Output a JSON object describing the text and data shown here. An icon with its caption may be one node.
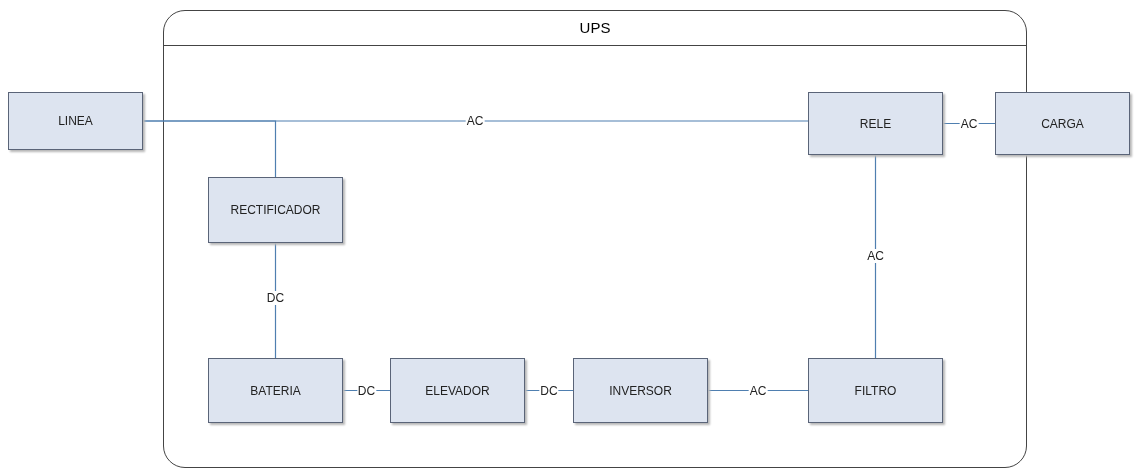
{
  "diagram": {
    "nodes": [
      {
        "text": [
          "UPS"
        ]
      },
      {
        "text": [
          "LINEA"
        ]
      },
      {
        "text": [
          "RELE"
        ],
        "in": 0
      },
      {
        "text": [
          "CARGA"
        ]
      },
      {
        "text": [
          "RECTIFICADOR"
        ],
        "in": 0
      },
      {
        "text": [
          "BATERIA"
        ],
        "in": 0
      },
      {
        "text": [
          "ELEVADOR"
        ],
        "in": 0
      },
      {
        "text": [
          "INVERSOR"
        ],
        "in": 0
      },
      {
        "text": [
          "FILTRO"
        ],
        "in": 0
      }
    ],
    "edges": [
      {
        "from": 1,
        "to": 2,
        "arrow": "none",
        "label": "AC"
      },
      {
        "from": 1,
        "to": 4,
        "arrow": "none"
      },
      {
        "from": 2,
        "to": 3,
        "arrow": "none",
        "label": "AC"
      },
      {
        "from": 4,
        "to": 5,
        "arrow": "none",
        "label": "DC"
      },
      {
        "from": 5,
        "to": 6,
        "arrow": "none",
        "label": "DC"
      },
      {
        "from": 6,
        "to": 7,
        "arrow": "none",
        "label": "DC"
      },
      {
        "from": 7,
        "to": 8,
        "arrow": "none",
        "label": "AC"
      },
      {
        "from": 8,
        "to": 2,
        "arrow": "none",
        "label": "AC"
      }
    ]
  }
}
